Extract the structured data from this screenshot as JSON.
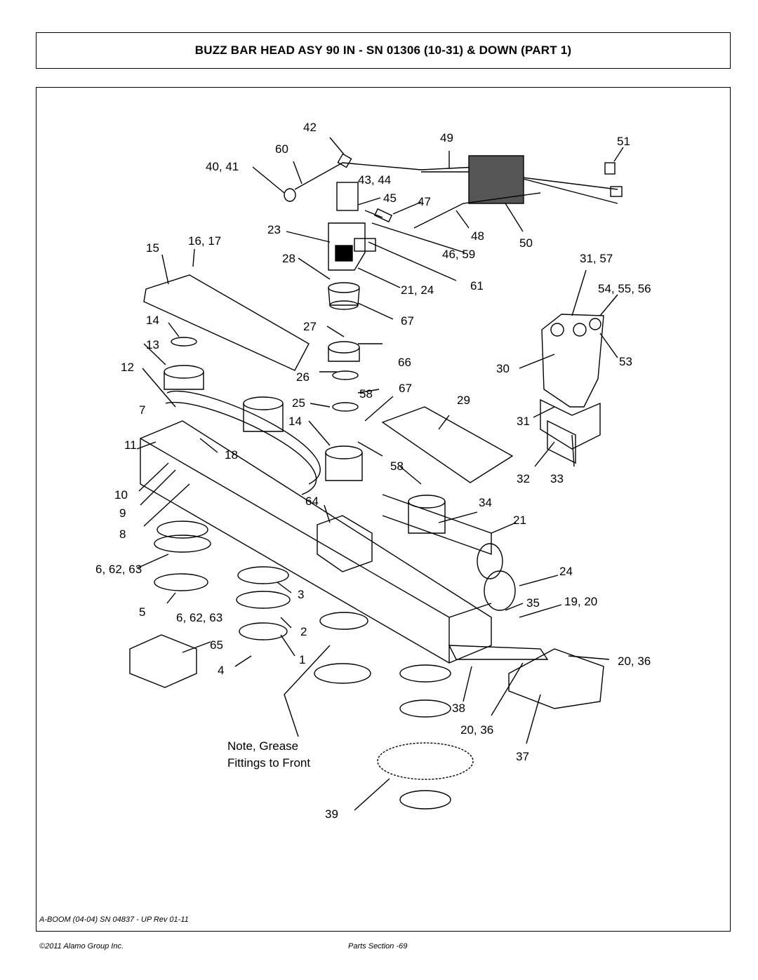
{
  "header": {
    "title": "BUZZ BAR HEAD ASY 90 IN - SN 01306 (10-31) & DOWN (PART 1)"
  },
  "diagram": {
    "callouts": {
      "c42": "42",
      "c49": "49",
      "c51": "51",
      "c60": "60",
      "c40_41": "40, 41",
      "c43_44": "43, 44",
      "c45": "45",
      "c47": "47",
      "c48": "48",
      "c50": "50",
      "c23": "23",
      "c15": "15",
      "c16_17": "16, 17",
      "c46_59": "46, 59",
      "c28": "28",
      "c61": "61",
      "c21_24": "21, 24",
      "c31_57": "31, 57",
      "c54_55_56": "54, 55, 56",
      "c67a": "67",
      "c14a": "14",
      "c27": "27",
      "c13": "13",
      "c66": "66",
      "c53": "53",
      "c12": "12",
      "c26": "26",
      "c30": "30",
      "c58a": "58",
      "c67b": "67",
      "c25": "25",
      "c29": "29",
      "c7": "7",
      "c31": "31",
      "c14b": "14",
      "c11": "11",
      "c18": "18",
      "c58b": "58",
      "c32": "32",
      "c33": "33",
      "c10": "10",
      "c64": "64",
      "c9": "9",
      "c34": "34",
      "c21": "21",
      "c8": "8",
      "c6_62_63a": "6, 62, 63",
      "c24": "24",
      "c3": "3",
      "c35": "35",
      "c19_20": "19, 20",
      "c5": "5",
      "c6_62_63b": "6, 62, 63",
      "c2": "2",
      "c65": "65",
      "c1": "1",
      "c20_36a": "20, 36",
      "c4": "4",
      "c38": "38",
      "c20_36b": "20, 36",
      "c37": "37",
      "c39": "39"
    },
    "note_line1": "Note, Grease",
    "note_line2": "Fittings to Front"
  },
  "footer": {
    "revision": "A-BOOM (04-04) SN 04837 - UP Rev 01-11",
    "copyright": "©2011 Alamo Group Inc.",
    "page": "Parts Section -69"
  }
}
